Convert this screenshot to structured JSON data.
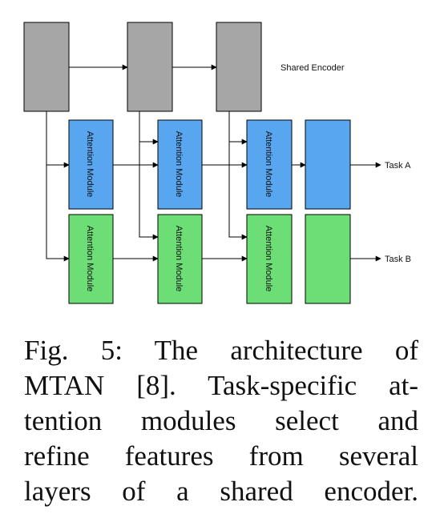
{
  "diagram": {
    "shared_encoder_label": "Shared Encoder",
    "attention_label": "Attention Module",
    "task_a_label": "Task A",
    "task_b_label": "Task B",
    "colors": {
      "encoder": "#a6a6a6",
      "task_a": "#58a6f0",
      "task_b": "#6ddd76",
      "stroke": "#000000"
    }
  },
  "caption": {
    "lines": [
      "Fig. 5: The architecture of",
      "MTAN [8]. Task-specific at-",
      "tention modules select and",
      "refine features from several",
      "layers of a shared encoder."
    ]
  }
}
